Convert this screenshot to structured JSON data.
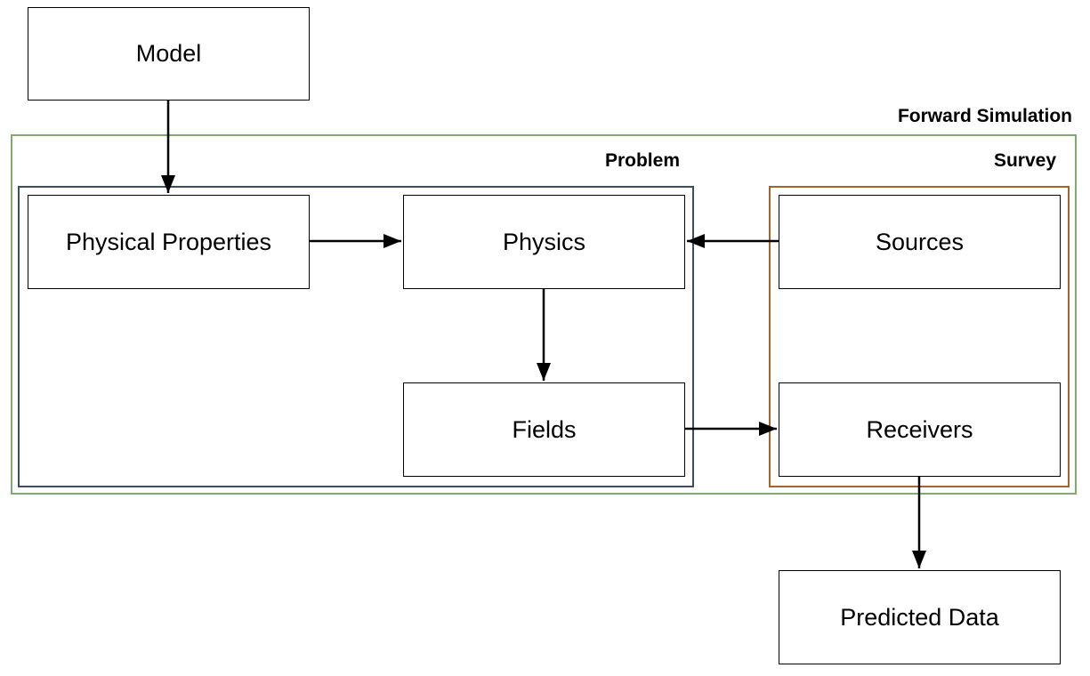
{
  "frames": {
    "forward_simulation": {
      "label": "Forward Simulation",
      "color": "#7fac6c"
    },
    "problem": {
      "label": "Problem",
      "color": "#3d4f5f"
    },
    "survey": {
      "label": "Survey",
      "color": "#a2662a"
    }
  },
  "nodes": {
    "model": "Model",
    "physical_properties": "Physical Properties",
    "physics": "Physics",
    "fields": "Fields",
    "sources": "Sources",
    "receivers": "Receivers",
    "predicted_data": "Predicted Data"
  },
  "edges": [
    {
      "from": "model",
      "to": "physical_properties"
    },
    {
      "from": "physical_properties",
      "to": "physics"
    },
    {
      "from": "sources",
      "to": "physics"
    },
    {
      "from": "physics",
      "to": "fields"
    },
    {
      "from": "fields",
      "to": "receivers"
    },
    {
      "from": "receivers",
      "to": "predicted_data"
    }
  ]
}
